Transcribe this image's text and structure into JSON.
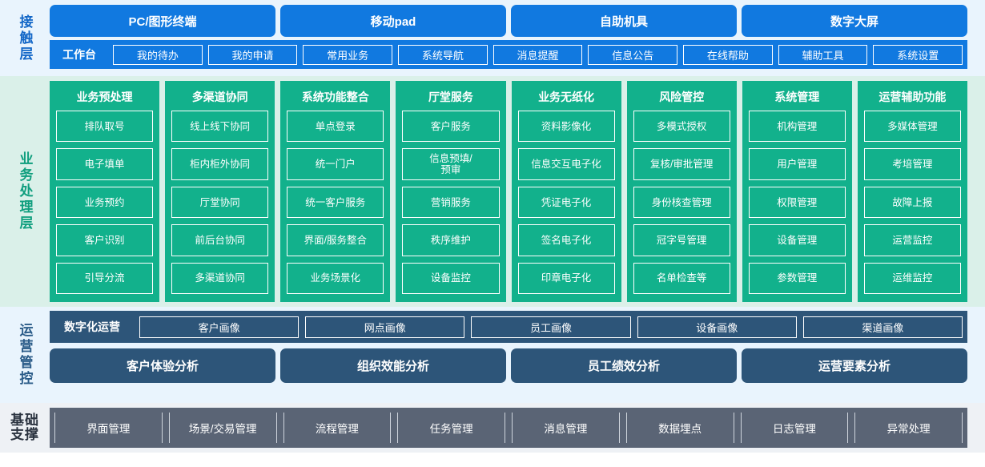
{
  "layers": {
    "contact": {
      "label": "接触层",
      "terminals": [
        "PC/图形终端",
        "移动pad",
        "自助机具",
        "数字大屏"
      ],
      "workbench_title": "工作台",
      "workbench_items": [
        "我的待办",
        "我的申请",
        "常用业务",
        "系统导航",
        "消息提醒",
        "信息公告",
        "在线帮助",
        "辅助工具",
        "系统设置"
      ]
    },
    "business": {
      "label": "业务处理层",
      "columns": [
        {
          "title": "业务预处理",
          "items": [
            "排队取号",
            "电子填单",
            "业务预约",
            "客户识别",
            "引导分流"
          ]
        },
        {
          "title": "多渠道协同",
          "items": [
            "线上线下协同",
            "柜内柜外协同",
            "厅堂协同",
            "前后台协同",
            "多渠道协同"
          ]
        },
        {
          "title": "系统功能整合",
          "items": [
            "单点登录",
            "统一门户",
            "统一客户服务",
            "界面/服务整合",
            "业务场景化"
          ]
        },
        {
          "title": "厅堂服务",
          "items": [
            "客户服务",
            "信息预填/\n预审",
            "营销服务",
            "秩序维护",
            "设备监控"
          ]
        },
        {
          "title": "业务无纸化",
          "items": [
            "资料影像化",
            "信息交互电子化",
            "凭证电子化",
            "签名电子化",
            "印章电子化"
          ]
        },
        {
          "title": "风险管控",
          "items": [
            "多模式授权",
            "复核/审批管理",
            "身份核查管理",
            "冠字号管理",
            "名单检查等"
          ]
        },
        {
          "title": "系统管理",
          "items": [
            "机构管理",
            "用户管理",
            "权限管理",
            "设备管理",
            "参数管理"
          ]
        },
        {
          "title": "运营辅助功能",
          "items": [
            "多媒体管理",
            "考培管理",
            "故障上报",
            "运营监控",
            "运维监控"
          ]
        }
      ]
    },
    "operation": {
      "label": "运营管控",
      "digital_op_title": "数字化运营",
      "portraits": [
        "客户画像",
        "网点画像",
        "员工画像",
        "设备画像",
        "渠道画像"
      ],
      "analyses": [
        "客户体验分析",
        "组织效能分析",
        "员工绩效分析",
        "运营要素分析"
      ]
    },
    "foundation": {
      "label_line1": "基础",
      "label_line2": "支撑",
      "items": [
        "界面管理",
        "场景/交易管理",
        "流程管理",
        "任务管理",
        "消息管理",
        "数据埋点",
        "日志管理",
        "异常处理"
      ]
    }
  },
  "colors": {
    "contact_bg": "#e9f4fd",
    "contact_accent": "#1179e0",
    "business_bg": "#daf0e9",
    "business_accent": "#12b18c",
    "operation_bg": "#e9f4fd",
    "operation_accent": "#2d5579",
    "foundation_bg": "#eef1f5",
    "foundation_accent": "#5a6475"
  }
}
